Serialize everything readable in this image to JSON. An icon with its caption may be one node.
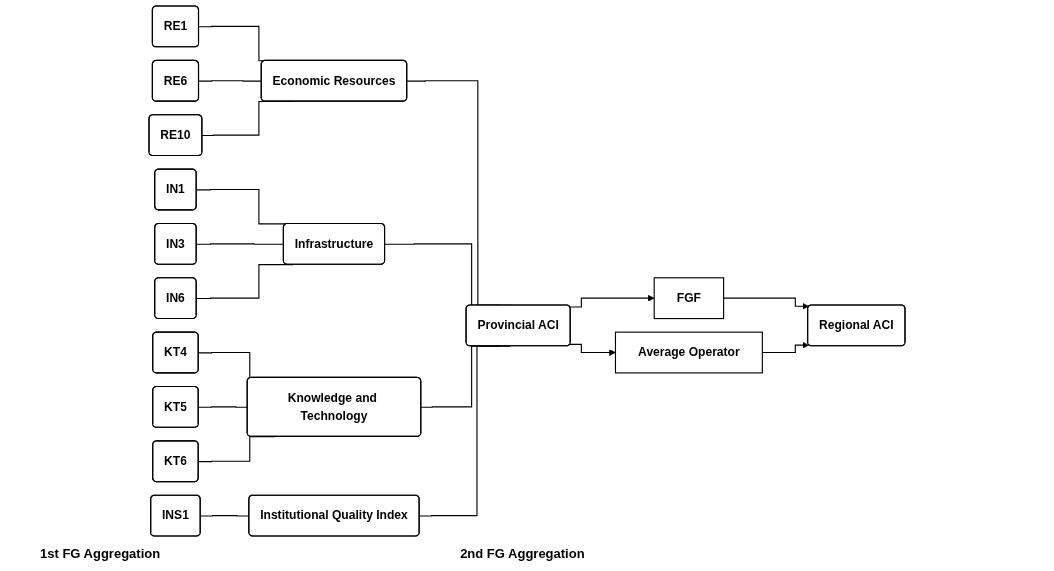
{
  "diagram": {
    "nodes": [
      {
        "text": [
          "RE1"
        ]
      },
      {
        "text": [
          "RE6"
        ]
      },
      {
        "text": [
          "RE10"
        ]
      },
      {
        "text": [
          "Economic Resources"
        ]
      },
      {
        "text": [
          "IN1"
        ]
      },
      {
        "text": [
          "IN3"
        ]
      },
      {
        "text": [
          "IN6"
        ]
      },
      {
        "text": [
          "Infrastructure"
        ]
      },
      {
        "text": [
          "KT4"
        ]
      },
      {
        "text": [
          "KT5"
        ]
      },
      {
        "text": [
          "KT6"
        ]
      },
      {
        "text": [
          "Knowledge and Technology"
        ]
      },
      {
        "text": [
          "INS1"
        ]
      },
      {
        "text": [
          "Institutional Quality Index"
        ]
      },
      {
        "text": [
          "Provincial ACI"
        ]
      },
      {
        "text": [
          "FGF"
        ]
      },
      {
        "text": [
          "Average Operator"
        ]
      },
      {
        "text": [
          "Regional ACI"
        ]
      }
    ],
    "edges": [
      {
        "from": 0,
        "to": 3,
        "arrow": "none"
      },
      {
        "from": 1,
        "to": 3,
        "arrow": "none"
      },
      {
        "from": 2,
        "to": 3,
        "arrow": "none"
      },
      {
        "from": 4,
        "to": 7,
        "arrow": "none"
      },
      {
        "from": 5,
        "to": 7,
        "arrow": "none"
      },
      {
        "from": 6,
        "to": 7,
        "arrow": "none"
      },
      {
        "from": 8,
        "to": 11,
        "arrow": "none"
      },
      {
        "from": 9,
        "to": 11,
        "arrow": "none"
      },
      {
        "from": 10,
        "to": 11,
        "arrow": "none"
      },
      {
        "from": 12,
        "to": 13,
        "arrow": "none"
      },
      {
        "from": 3,
        "to": 14,
        "arrow": "none"
      },
      {
        "from": 7,
        "to": 14,
        "arrow": "none"
      },
      {
        "from": 11,
        "to": 14,
        "arrow": "none"
      },
      {
        "from": 13,
        "to": 14,
        "arrow": "none"
      },
      {
        "from": 14,
        "to": 15,
        "arrow": "to"
      },
      {
        "from": 14,
        "to": 16,
        "arrow": "to"
      },
      {
        "from": 15,
        "to": 17,
        "arrow": "to"
      },
      {
        "from": 16,
        "to": 17,
        "arrow": "to"
      }
    ],
    "labels": [
      "1st FG Aggregation",
      "2nd FG Aggregation"
    ]
  }
}
